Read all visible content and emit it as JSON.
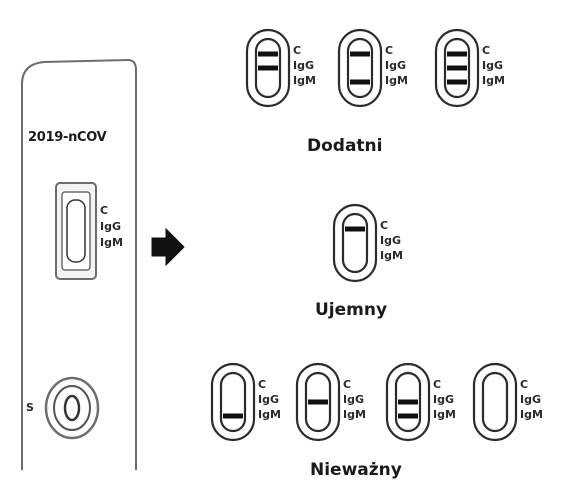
{
  "cassette": {
    "title": "2019-nCOV",
    "sample_mark": "S",
    "labels": {
      "c": "C",
      "igg": "IgG",
      "igm": "IgM"
    }
  },
  "groups": {
    "positive": {
      "caption": "Dodatni"
    },
    "negative": {
      "caption": "Ujemny"
    },
    "invalid": {
      "caption": "Nieważny"
    }
  },
  "strip_labels": {
    "c": "C",
    "igg": "IgG",
    "igm": "IgM"
  },
  "strips": [
    {
      "group": "positive",
      "bands": [
        "C",
        "IgG"
      ]
    },
    {
      "group": "positive",
      "bands": [
        "C",
        "IgM"
      ]
    },
    {
      "group": "positive",
      "bands": [
        "C",
        "IgG",
        "IgM"
      ]
    },
    {
      "group": "negative",
      "bands": [
        "C"
      ]
    },
    {
      "group": "invalid",
      "bands": [
        "IgM"
      ]
    },
    {
      "group": "invalid",
      "bands": [
        "IgG"
      ]
    },
    {
      "group": "invalid",
      "bands": [
        "IgG",
        "IgM"
      ]
    },
    {
      "group": "invalid",
      "bands": []
    }
  ],
  "colors": {
    "outline": "#2b2b2b",
    "band": "#111111",
    "frame": "#6d6d6d"
  }
}
